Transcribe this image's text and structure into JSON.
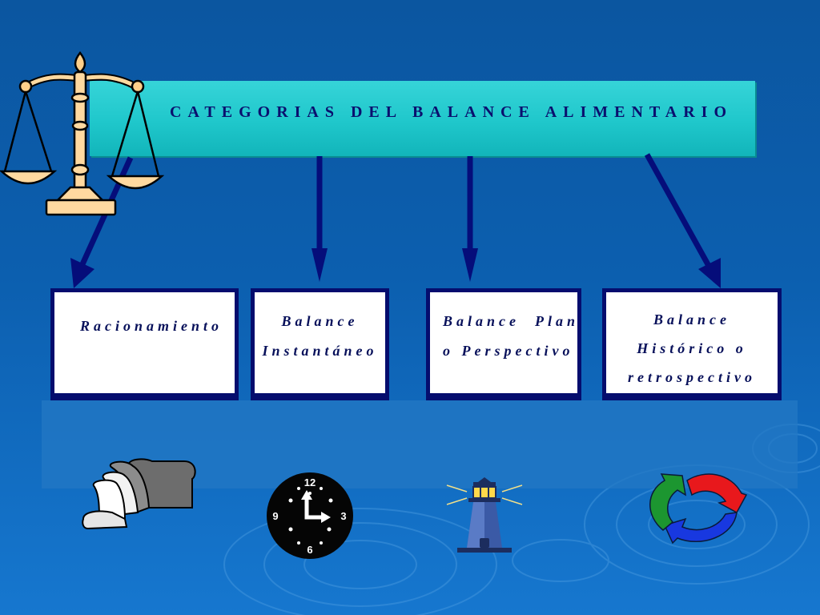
{
  "title": "CATEGORIAS DEL BALANCE ALIMENTARIO",
  "categories": [
    {
      "lines": [
        "Racionamiento"
      ]
    },
    {
      "lines": [
        "Balance",
        "Instantáneo"
      ]
    },
    {
      "lines": [
        "Balance  Plan",
        "o Perspectivo"
      ]
    },
    {
      "lines": [
        "Balance",
        "Histórico o",
        "retrospectivo"
      ]
    }
  ],
  "clock": {
    "n12": "12",
    "n3": "3",
    "n6": "6",
    "n9": "9"
  },
  "icons": [
    "scales-icon",
    "bread-icon",
    "clock-icon",
    "lighthouse-icon",
    "cycle-arrows-icon"
  ],
  "colors": {
    "title_bar": "#1fc7cb",
    "title_text": "#0a0f6e",
    "box_border": "#050d6e",
    "arrow": "#050d7a",
    "background": "#0c5faf"
  }
}
